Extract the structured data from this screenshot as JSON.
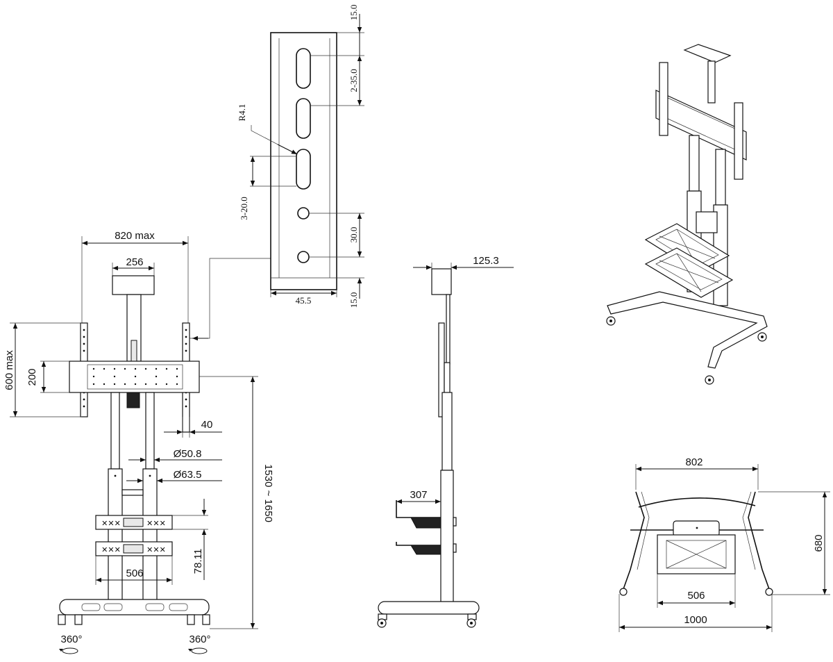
{
  "front_view": {
    "width_max": "820 max",
    "top_plate": "256",
    "height_max": "600 max",
    "bracket_height": "200",
    "arm_width": "40",
    "inner_tube": "Ø50.8",
    "outer_tube": "Ø63.5",
    "height_range": "1530 ~ 1650",
    "shelf_gap": "78.11",
    "shelf_width": "506",
    "rotation_left": "360°",
    "rotation_right": "360°"
  },
  "detail_view": {
    "radius": "R4.1",
    "slot_spacing": "2-35.0",
    "slot_length": "3-20.0",
    "hole_spacing": "30.0",
    "top_margin": "15.0",
    "bottom_margin": "15.0",
    "width": "45.5"
  },
  "side_view": {
    "top_depth": "125.3",
    "shelf_depth": "307"
  },
  "base_view": {
    "top_width": "802",
    "depth": "680",
    "shelf_width": "506",
    "base_width": "1000"
  }
}
